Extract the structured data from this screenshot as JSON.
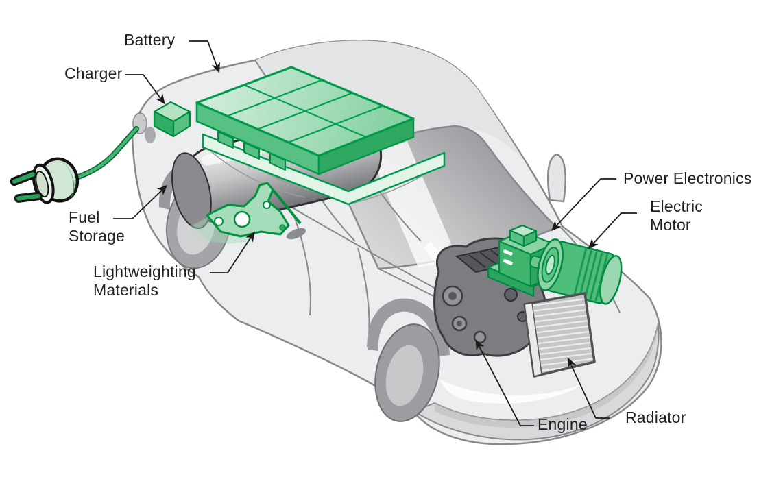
{
  "diagram": {
    "subject": "plug-in hybrid electric vehicle cutaway",
    "labels": {
      "battery": "Battery",
      "charger": "Charger",
      "fuel_storage": {
        "line1": "Fuel",
        "line2": "Storage"
      },
      "lightweighting": {
        "line1": "Lightweighting",
        "line2": "Materials"
      },
      "power_electronics": "Power Electronics",
      "electric_motor": {
        "line1": "Electric",
        "line2": "Motor"
      },
      "engine": "Engine",
      "radiator": "Radiator"
    },
    "colors": {
      "component_green_outline": "#009a4c",
      "component_green_light": "#b9e4c8",
      "component_green_mid": "#4cbd78",
      "component_green_dark": "#2fa862",
      "car_body_gray": "#ecedee",
      "car_line_gray": "#87898c",
      "window_gray": "#a7a9ac",
      "engine_gray": "#7b7d80",
      "label_text": "#231f20",
      "leader_line": "#1a1a1a"
    }
  }
}
